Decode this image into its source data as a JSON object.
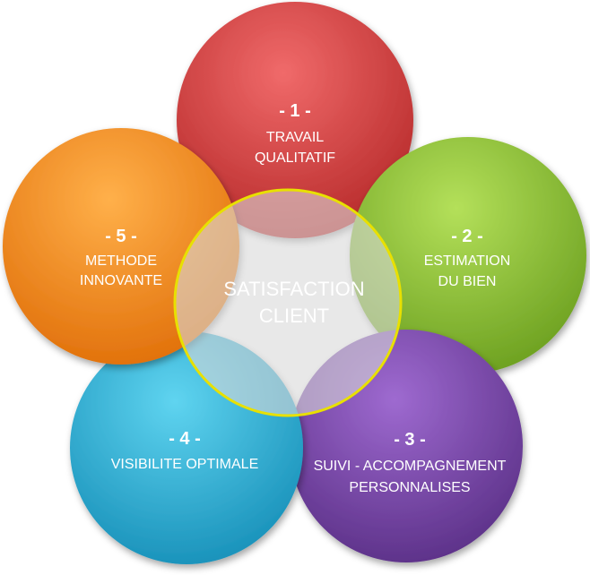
{
  "center": {
    "line1": "SATISFACTION",
    "line2": "CLIENT",
    "border_color": "#e8e000"
  },
  "petals": [
    {
      "number": "- 1 -",
      "line1": "TRAVAIL",
      "line2": "QUALITATIF",
      "color": "#d63a3a"
    },
    {
      "number": "- 2 -",
      "line1": "ESTIMATION",
      "line2": "DU BIEN",
      "color": "#86bf2e"
    },
    {
      "number": "- 3 -",
      "line1": "SUIVI - ACCOMPAGNEMENT",
      "line2": "PERSONNALISES",
      "color": "#7a4aa8"
    },
    {
      "number": "- 4 -",
      "line1": "VISIBILITE OPTIMALE",
      "line2": "",
      "color": "#2fb1d6"
    },
    {
      "number": "- 5 -",
      "line1": "METHODE",
      "line2": "INNOVANTE",
      "color": "#f08a1a"
    }
  ]
}
